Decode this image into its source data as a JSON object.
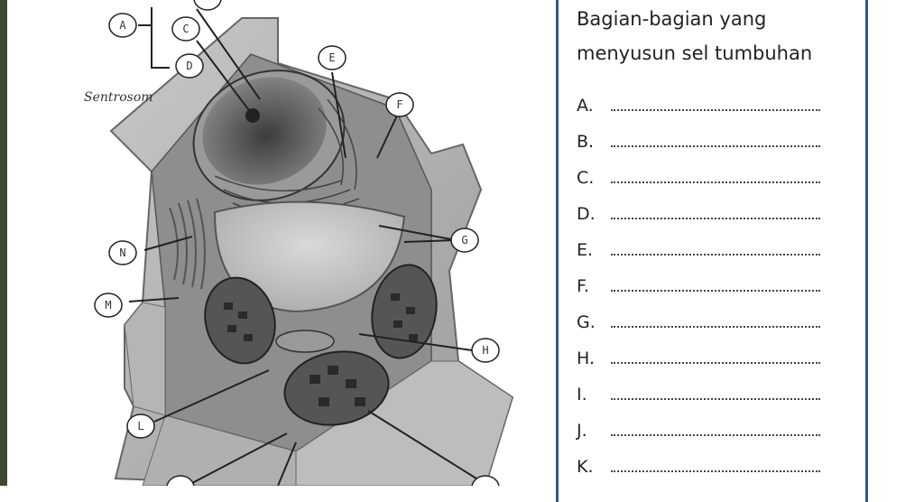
{
  "diagram": {
    "callouts": [
      "A",
      "C",
      "D",
      "E",
      "F",
      "G",
      "H",
      "L",
      "M",
      "N"
    ],
    "sentrosom_label": "Sentrosom"
  },
  "panel": {
    "title_line1": "Bagian-bagian yang",
    "title_line2": "menyusun sel tumbuhan",
    "items": [
      {
        "letter": "A."
      },
      {
        "letter": "B."
      },
      {
        "letter": "C."
      },
      {
        "letter": "D."
      },
      {
        "letter": "E."
      },
      {
        "letter": "F."
      },
      {
        "letter": "G."
      },
      {
        "letter": "H."
      },
      {
        "letter": "I."
      },
      {
        "letter": "J."
      },
      {
        "letter": "K."
      }
    ]
  },
  "colors": {
    "panel_border": "#2d5a8a",
    "left_strip": "#3a4a2e"
  }
}
